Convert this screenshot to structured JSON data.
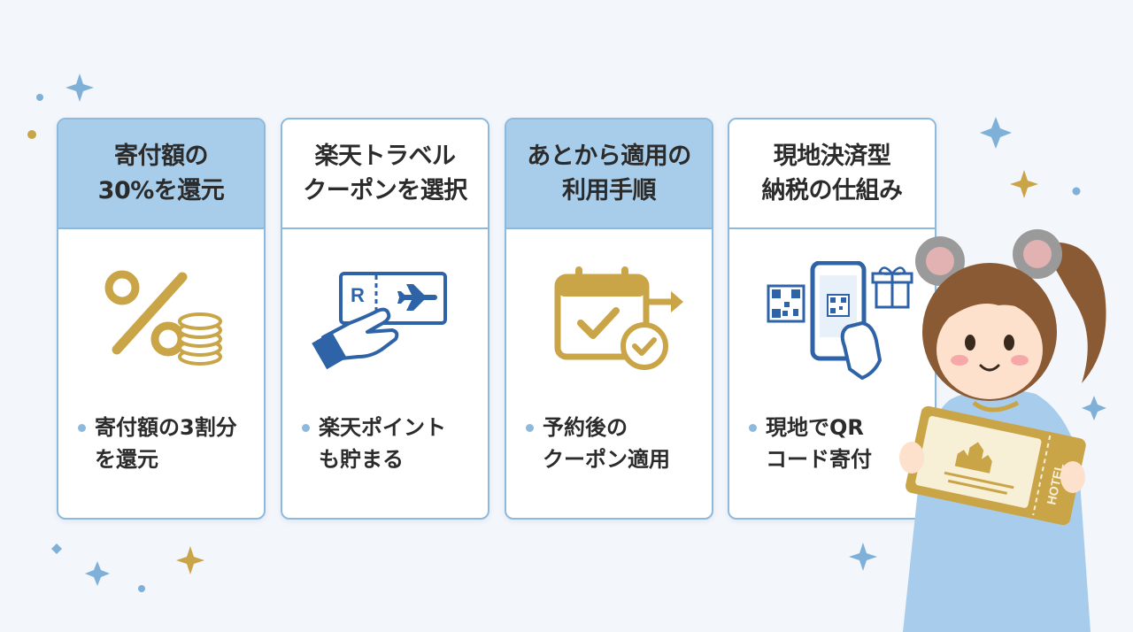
{
  "cards": [
    {
      "title": [
        "寄付額の",
        "30%を還元"
      ],
      "header_style": "blue",
      "bullet": [
        "寄付額の3割分",
        "を還元"
      ],
      "icon": "percent-coins-icon"
    },
    {
      "title": [
        "楽天トラベル",
        "クーポンを選択"
      ],
      "header_style": "white",
      "bullet": [
        "楽天ポイント",
        "も貯まる"
      ],
      "icon": "hand-ticket-icon"
    },
    {
      "title": [
        "あとから適用の",
        "利用手順"
      ],
      "header_style": "blue",
      "bullet": [
        "予約後の",
        "クーポン適用"
      ],
      "icon": "calendar-check-icon"
    },
    {
      "title": [
        "現地決済型",
        "納税の仕組み"
      ],
      "header_style": "white",
      "bullet": [
        "現地でQR",
        "コード寄付"
      ],
      "icon": "phone-qr-gift-icon"
    }
  ],
  "mascot": {
    "ticket_text": "HOTEL"
  },
  "colors": {
    "accent_blue": "#2f63a8",
    "gold": "#c9a548",
    "card_border": "#8db9dc",
    "header_blue": "#a7cdea"
  }
}
